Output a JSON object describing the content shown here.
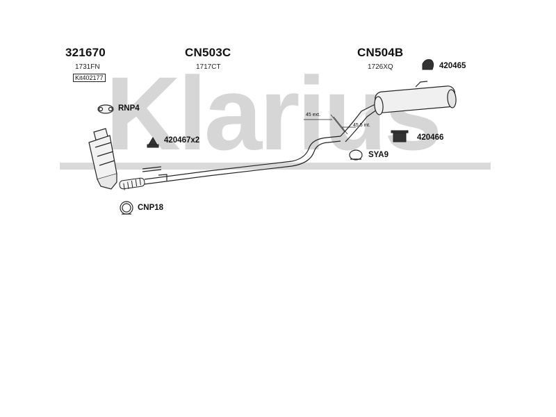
{
  "watermark": "Klarius",
  "groups": [
    {
      "code": "321670",
      "sub": "1731FN",
      "kit_badge": "Kit",
      "kit_code": "402177"
    },
    {
      "code": "CN503C",
      "sub": "1717CT"
    },
    {
      "code": "CN504B",
      "sub": "1726XQ"
    }
  ],
  "parts": {
    "rnp4": "RNP4",
    "p420467": "420467x2",
    "cnp18": "CNP18",
    "p420465": "420465",
    "p420466": "420466",
    "sya9": "SYA9"
  },
  "dims": {
    "ext": "45 ext.",
    "int": "45.5 int."
  }
}
